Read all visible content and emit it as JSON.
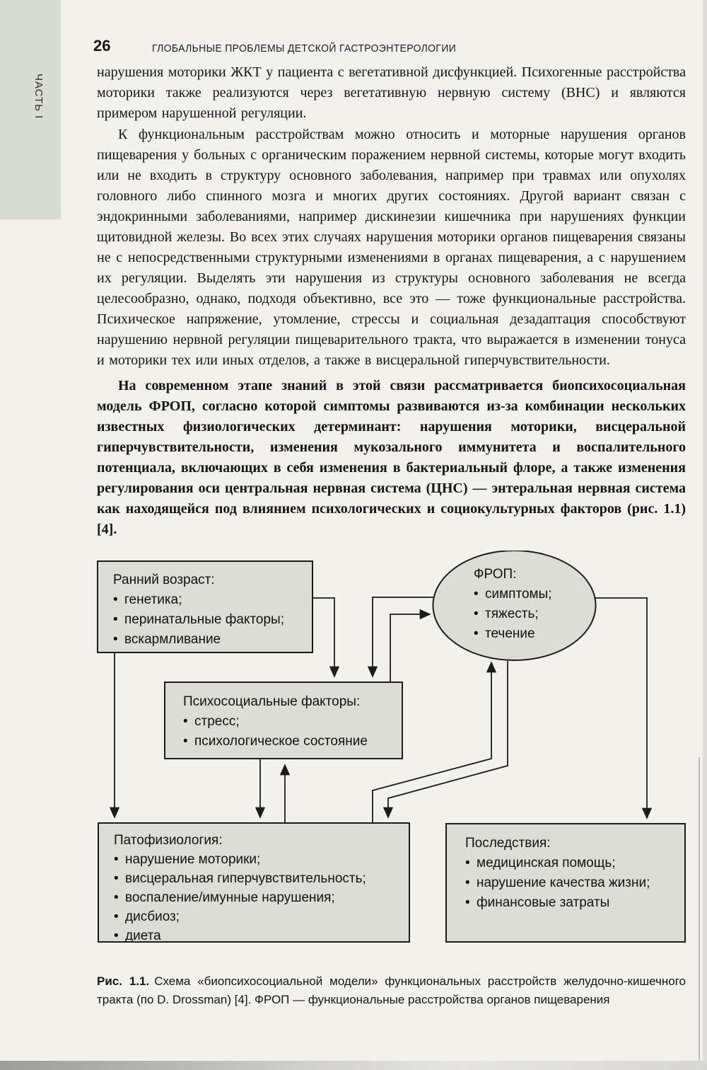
{
  "page": {
    "part_label": "ЧАСТЬ I",
    "page_number": "26",
    "running_title": "ГЛОБАЛЬНЫЕ ПРОБЛЕМЫ ДЕТСКОЙ ГАСТРОЭНТЕРОЛОГИИ"
  },
  "body": {
    "paragraph1": "нарушения моторики ЖКТ у пациента с вегетативной дисфункцией. Психогенные расстройства моторики также реализуются через вегетативную нервную систему (ВНС) и являются примером нарушенной регуляции.",
    "paragraph2": "К функциональным расстройствам можно относить и моторные нарушения органов пищеварения у больных с органическим поражением нервной системы, которые могут входить или не входить в структуру основного заболевания, например при травмах или опухолях головного либо спинного мозга и многих других состояниях. Другой вариант связан с эндокринными заболеваниями, например дискинезии кишечника при нарушениях функции щитовидной железы. Во всех этих случаях нарушения моторики органов пищеварения связаны не с непосредственными структурными изменениями в органах пищеварения, а с нарушением их регуляции. Выделять эти нарушения из структуры основного заболевания не всегда целесообразно, однако, подходя объективно, все это — тоже функциональные расстройства. Психическое напряжение, утомление, стрессы и социальная дезадаптация способствуют нарушению нервной регуляции пищеварительного тракта, что выражается в изменении тонуса и моторики тех или иных отделов, а также в висцеральной гиперчувствительности.",
    "paragraph3": "На современном этапе знаний в этой связи рассматривается биопсихосоциальная модель ФРОП, согласно которой симптомы развиваются из-за комбинации нескольких известных физиологических детерминант: нарушения моторики, висцеральной гиперчувствительности, изменения мукозального иммунитета и воспалительного потенциала, включающих в себя изменения в бактериальный флоре, а также изменения регулирования оси центральная нервная система (ЦНС) — энтеральная нервная система как находящейся под влиянием психологических и социокультурных факторов (рис. 1.1) [4]."
  },
  "diagram": {
    "early_age": {
      "title": "Ранний возраст:",
      "items": [
        "генетика;",
        "перинатальные факторы;",
        "вскармливание"
      ]
    },
    "frop": {
      "title": "ФРОП:",
      "items": [
        "симптомы;",
        "тяжесть;",
        "течение"
      ]
    },
    "psychosocial": {
      "title": "Психосоциальные факторы:",
      "items": [
        "стресс;",
        "психологическое состояние"
      ]
    },
    "pathophysiology": {
      "title": "Патофизиология:",
      "items": [
        "нарушение моторики;",
        "висцеральная гиперчувствительность;",
        "воспаление/имунные нарушения;",
        "дисбиоз;",
        "диета"
      ]
    },
    "consequences": {
      "title": "Последствия:",
      "items": [
        "медицинская помощь;",
        "нарушение качества жизни;",
        "финансовые затраты"
      ]
    }
  },
  "caption": {
    "label": "Рис. 1.1.",
    "text": "Схема «биопсихосоциальной модели» функциональных расстройств желудочно-кишечного тракта (по D. Drossman) [4]. ФРОП — функциональные расстройства органов пищеварения"
  },
  "colors": {
    "page_bg": "#f2f1ec",
    "band_bg": "#d9dcd3",
    "box_fill": "#dcded6",
    "box_border": "#1c1c1c",
    "ink": "#141414"
  }
}
